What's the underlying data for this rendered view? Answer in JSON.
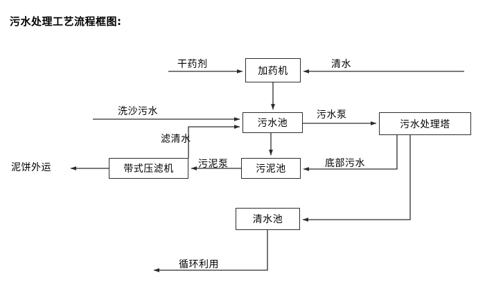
{
  "title": "污水处理工艺流程框图:",
  "colors": {
    "line": "#2b2b2b",
    "text": "#000000",
    "background": "#ffffff"
  },
  "nodes": {
    "dosing_machine": "加药机",
    "wastewater_pool": "污水池",
    "treatment_tower": "污水处理塔",
    "belt_filter_press": "带式压滤机",
    "sludge_pool": "污泥池",
    "clean_water_pool": "清水池"
  },
  "inputs": {
    "dry_chemical": "干药剂",
    "clean_water": "清水",
    "sand_wash_wastewater": "洗沙污水"
  },
  "outputs": {
    "mud_cake_out": "泥饼外运",
    "recycle_use": "循环利用"
  },
  "edge_labels": {
    "filtered_clear_water": "滤清水",
    "wastewater_pump": "污水泵",
    "sludge_pump": "污泥泵",
    "bottom_wastewater": "底部污水"
  }
}
